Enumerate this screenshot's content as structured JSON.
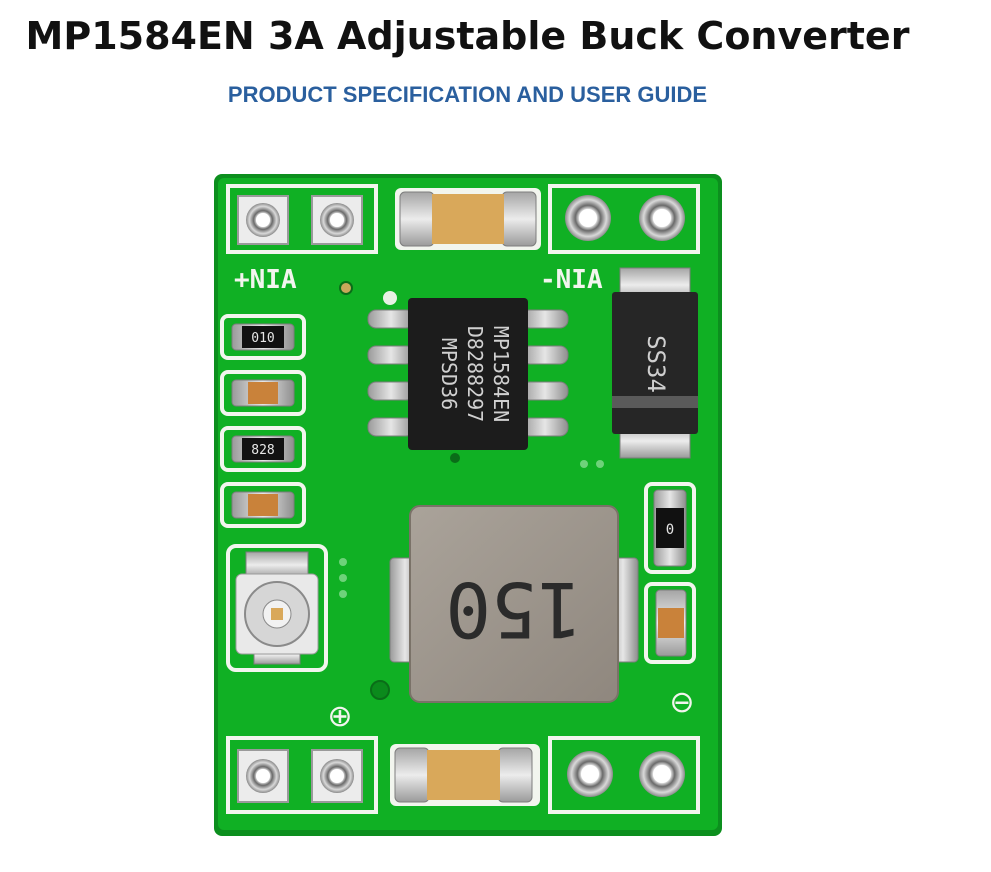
{
  "document": {
    "title": "MP1584EN 3A Adjustable Buck Converter",
    "subtitle": "PRODUCT SPECIFICATION AND USER GUIDE"
  },
  "board": {
    "pcb_color": "#10b024",
    "silk_color": "#f2f5ee",
    "labels": {
      "vin_plus": "+NIA",
      "vin_minus": "-NIA",
      "ic_line1": "MP1584EN",
      "ic_line2": "D8288297",
      "ic_line3": "MPSD36",
      "diode": "SS34",
      "inductor": "150",
      "resistor_top": "010",
      "resistor_mid": "828",
      "small_resistor": "0",
      "out_plus": "⊕",
      "out_minus": "⊖"
    }
  }
}
